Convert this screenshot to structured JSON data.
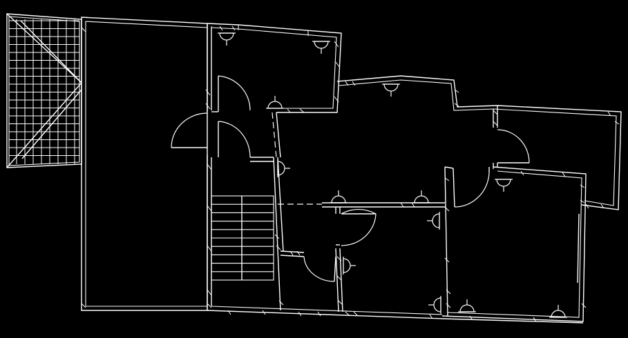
{
  "colors": {
    "background": "#000000",
    "line": "#ffffff"
  },
  "icons": {
    "ceiling_light": "semicircle-with-tick",
    "wall_light": "half-circle-with-stem",
    "door": "quarter-arc-swing",
    "stair": "stair-treads"
  }
}
